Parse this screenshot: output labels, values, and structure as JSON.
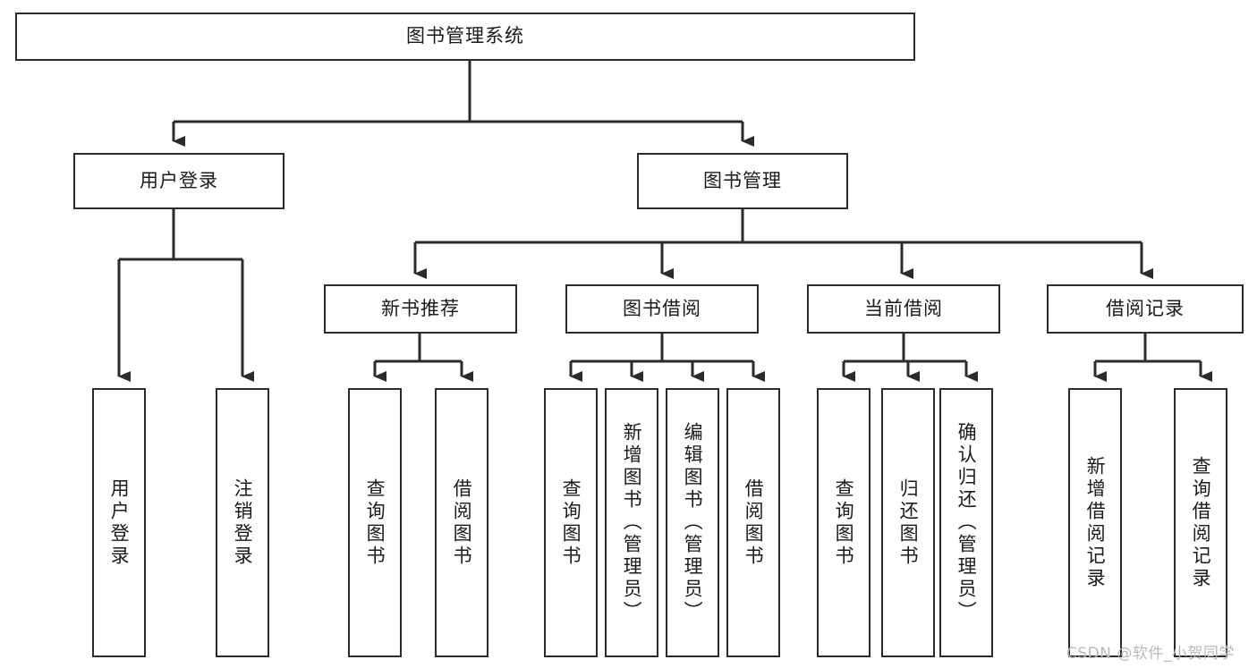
{
  "diagram": {
    "type": "tree-hierarchy-chart",
    "title": "图书管理系统",
    "colors": {
      "stroke": "#2b2b2b",
      "fill": "#ffffff",
      "text": "#1a1a1a",
      "watermark": "#b9b9b9"
    },
    "levels": {
      "root": {
        "label": "图书管理系统"
      },
      "level2": [
        {
          "id": "user-login",
          "label": "用户登录"
        },
        {
          "id": "book-management",
          "label": "图书管理"
        }
      ],
      "level3": [
        {
          "id": "new-book-recommend",
          "label": "新书推荐"
        },
        {
          "id": "book-borrow",
          "label": "图书借阅"
        },
        {
          "id": "current-borrow",
          "label": "当前借阅"
        },
        {
          "id": "borrow-record",
          "label": "借阅记录"
        }
      ],
      "leaves": {
        "user_login": [
          {
            "id": "leaf-user-login",
            "label": "用户登录"
          },
          {
            "id": "leaf-user-logout",
            "label": "注销登录"
          }
        ],
        "new_book_recommend": [
          {
            "id": "leaf-query-book-1",
            "label": "查询图书"
          },
          {
            "id": "leaf-borrow-book-1",
            "label": "借阅图书"
          }
        ],
        "book_borrow": [
          {
            "id": "leaf-query-book-2",
            "label": "查询图书"
          },
          {
            "id": "leaf-add-book",
            "label": "新增图书（管理员）"
          },
          {
            "id": "leaf-edit-book",
            "label": "编辑图书（管理员）"
          },
          {
            "id": "leaf-borrow-book-2",
            "label": "借阅图书"
          }
        ],
        "current_borrow": [
          {
            "id": "leaf-query-book-3",
            "label": "查询图书"
          },
          {
            "id": "leaf-return-book",
            "label": "归还图书"
          },
          {
            "id": "leaf-confirm-return",
            "label": "确认归还（管理员）"
          }
        ],
        "borrow_record": [
          {
            "id": "leaf-add-record",
            "label": "新增借阅记录"
          },
          {
            "id": "leaf-query-record",
            "label": "查询借阅记录"
          }
        ]
      }
    }
  },
  "watermark": {
    "text": "CSDN @软件_小贺同学"
  }
}
